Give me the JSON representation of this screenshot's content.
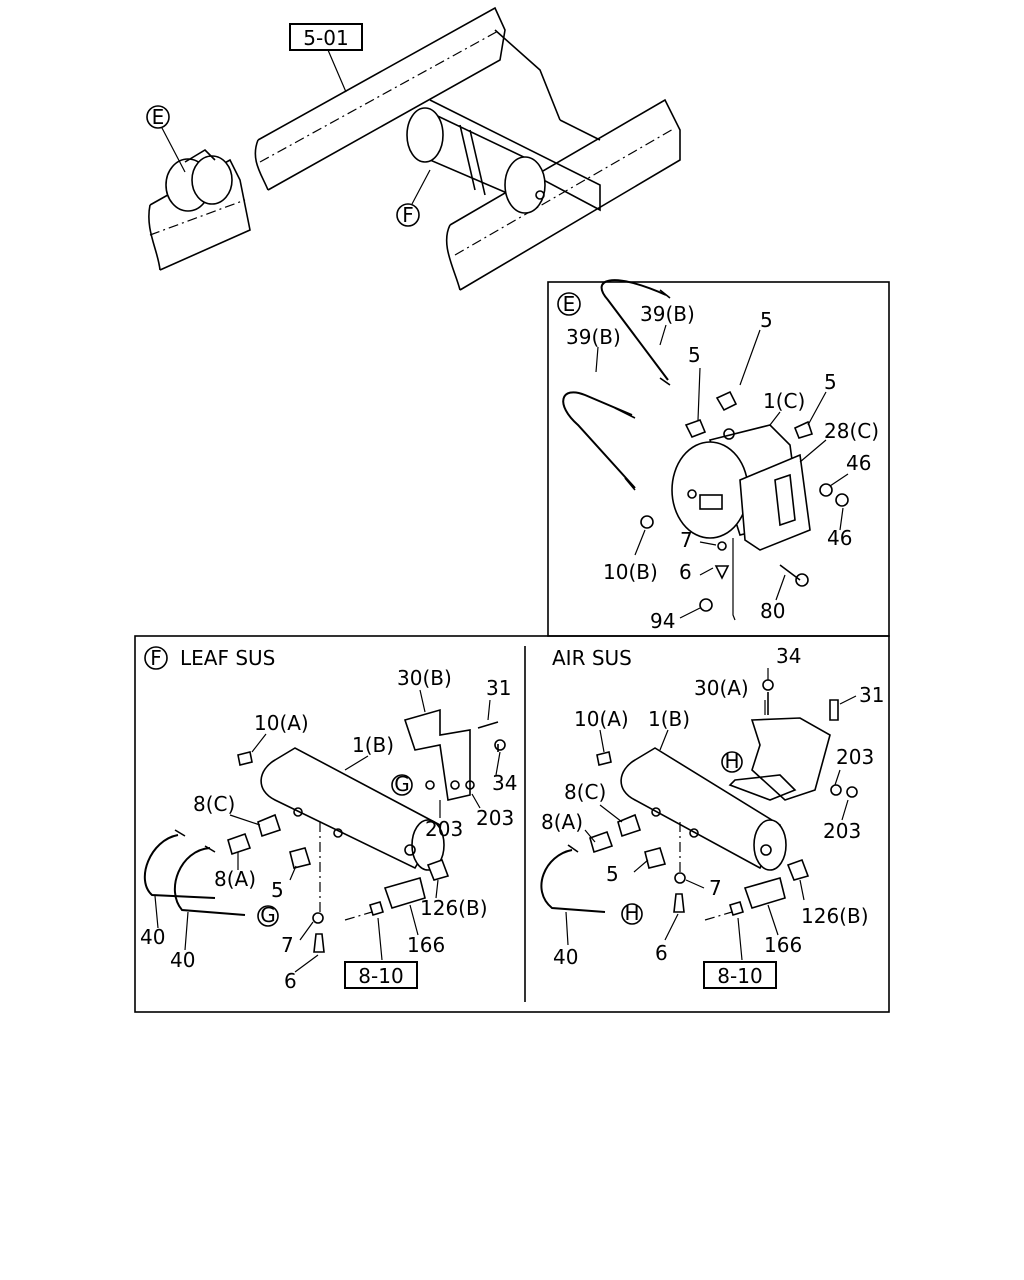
{
  "overview": {
    "ref_box": "5-01",
    "callout_e": "E",
    "callout_f": "F"
  },
  "panel_e": {
    "tag": "E",
    "labels": {
      "hose_a": "39(B)",
      "hose_b": "39(B)",
      "elbow_a": "5",
      "elbow_b": "5",
      "elbow_c": "5",
      "tank": "1(C)",
      "bracket": "28(C)",
      "nut_a": "46",
      "nut_b": "46",
      "washer": "7",
      "valve": "6",
      "plug": "10(B)",
      "bolt": "80",
      "nut_c": "94"
    }
  },
  "panel_f_leaf": {
    "tag": "F",
    "title": "LEAF SUS",
    "labels": {
      "bracket": "30(B)",
      "bolt": "31",
      "plug": "10(A)",
      "tank": "1(B)",
      "callout_g1": "G",
      "nut": "34",
      "washer_a": "203",
      "washer_b": "203",
      "fitting_c": "8(C)",
      "fitting_a": "8(A)",
      "elbow": "5",
      "hose_a": "40",
      "hose_b": "40",
      "callout_g2": "G",
      "washer": "7",
      "valve": "6",
      "switch": "166",
      "fitting_b": "126(B)",
      "ref_box": "8-10"
    }
  },
  "panel_f_air": {
    "title": "AIR SUS",
    "labels": {
      "nut": "34",
      "bracket": "30(A)",
      "bolt": "31",
      "plug": "10(A)",
      "tank": "1(B)",
      "callout_h1": "H",
      "washer_a": "203",
      "washer_b": "203",
      "fitting_c": "8(C)",
      "fitting_a": "8(A)",
      "elbow": "5",
      "washer": "7",
      "hose": "40",
      "callout_h2": "H",
      "valve": "6",
      "switch": "166",
      "fitting_b": "126(B)",
      "ref_box": "8-10"
    }
  }
}
